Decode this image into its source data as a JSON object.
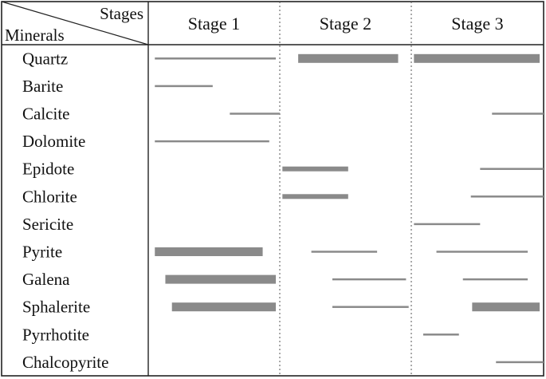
{
  "header": {
    "corner_top": "Stages",
    "corner_bottom": "Minerals",
    "stages": [
      "Stage 1",
      "Stage 2",
      "Stage 3"
    ]
  },
  "colors": {
    "bar": "#8a8a8a",
    "frame": "#222222",
    "divider": "#555555"
  },
  "minerals": [
    {
      "name": "Quartz",
      "bars": [
        {
          "stage": 1,
          "from": 0.05,
          "to": 0.97,
          "weight": "thin"
        },
        {
          "stage": 2,
          "from": 0.14,
          "to": 0.9,
          "weight": "thick"
        },
        {
          "stage": 3,
          "from": 0.02,
          "to": 0.97,
          "weight": "thick"
        }
      ]
    },
    {
      "name": "Barite",
      "bars": [
        {
          "stage": 1,
          "from": 0.05,
          "to": 0.49,
          "weight": "thin"
        }
      ]
    },
    {
      "name": "Calcite",
      "bars": [
        {
          "stage": 1,
          "from": 0.62,
          "to": 1.0,
          "weight": "thin"
        },
        {
          "stage": 3,
          "from": 0.61,
          "to": 1.0,
          "weight": "thin"
        }
      ]
    },
    {
      "name": "Dolomite",
      "bars": [
        {
          "stage": 1,
          "from": 0.05,
          "to": 0.92,
          "weight": "thin"
        }
      ]
    },
    {
      "name": "Epidote",
      "bars": [
        {
          "stage": 2,
          "from": 0.02,
          "to": 0.52,
          "weight": "medium"
        },
        {
          "stage": 3,
          "from": 0.52,
          "to": 1.0,
          "weight": "thin"
        }
      ]
    },
    {
      "name": "Chlorite",
      "bars": [
        {
          "stage": 2,
          "from": 0.02,
          "to": 0.52,
          "weight": "medium"
        },
        {
          "stage": 3,
          "from": 0.45,
          "to": 1.0,
          "weight": "thin"
        }
      ]
    },
    {
      "name": "Sericite",
      "bars": [
        {
          "stage": 3,
          "from": 0.02,
          "to": 0.52,
          "weight": "thin"
        }
      ]
    },
    {
      "name": "Pyrite",
      "bars": [
        {
          "stage": 1,
          "from": 0.05,
          "to": 0.87,
          "weight": "thick"
        },
        {
          "stage": 2,
          "from": 0.24,
          "to": 0.74,
          "weight": "thin"
        },
        {
          "stage": 3,
          "from": 0.19,
          "to": 0.88,
          "weight": "thin"
        }
      ]
    },
    {
      "name": "Galena",
      "bars": [
        {
          "stage": 1,
          "from": 0.13,
          "to": 0.97,
          "weight": "thick"
        },
        {
          "stage": 2,
          "from": 0.4,
          "to": 0.96,
          "weight": "thin"
        },
        {
          "stage": 3,
          "from": 0.39,
          "to": 0.88,
          "weight": "thin"
        }
      ]
    },
    {
      "name": "Sphalerite",
      "bars": [
        {
          "stage": 1,
          "from": 0.18,
          "to": 0.97,
          "weight": "thick"
        },
        {
          "stage": 2,
          "from": 0.4,
          "to": 0.98,
          "weight": "thin"
        },
        {
          "stage": 3,
          "from": 0.46,
          "to": 0.97,
          "weight": "thick"
        }
      ]
    },
    {
      "name": "Pyrrhotite",
      "bars": [
        {
          "stage": 3,
          "from": 0.09,
          "to": 0.36,
          "weight": "thin"
        }
      ]
    },
    {
      "name": "Chalcopyrite",
      "bars": [
        {
          "stage": 3,
          "from": 0.64,
          "to": 1.0,
          "weight": "thin"
        }
      ]
    }
  ]
}
